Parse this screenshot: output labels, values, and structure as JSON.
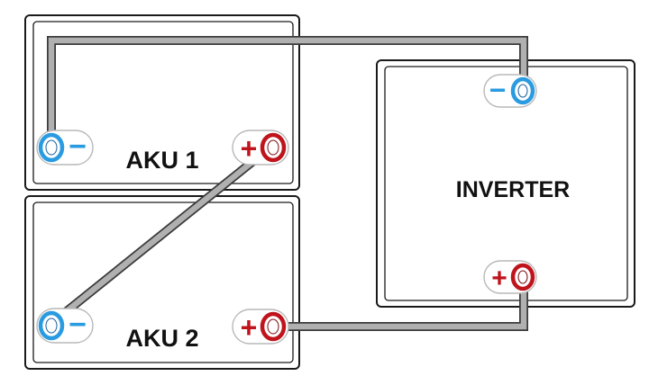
{
  "labels": {
    "aku1": "AKU 1",
    "aku2": "AKU 2",
    "inverter": "INVERTER"
  },
  "terminals": {
    "aku1_neg": "−",
    "aku1_pos": "+",
    "aku2_neg": "−",
    "aku2_pos": "+",
    "inv_neg": "−",
    "inv_pos": "+"
  },
  "colors": {
    "negative": "#2a9be0",
    "positive": "#c0141c",
    "wire": "#b0b0b0",
    "outline": "#1a1a1a"
  }
}
